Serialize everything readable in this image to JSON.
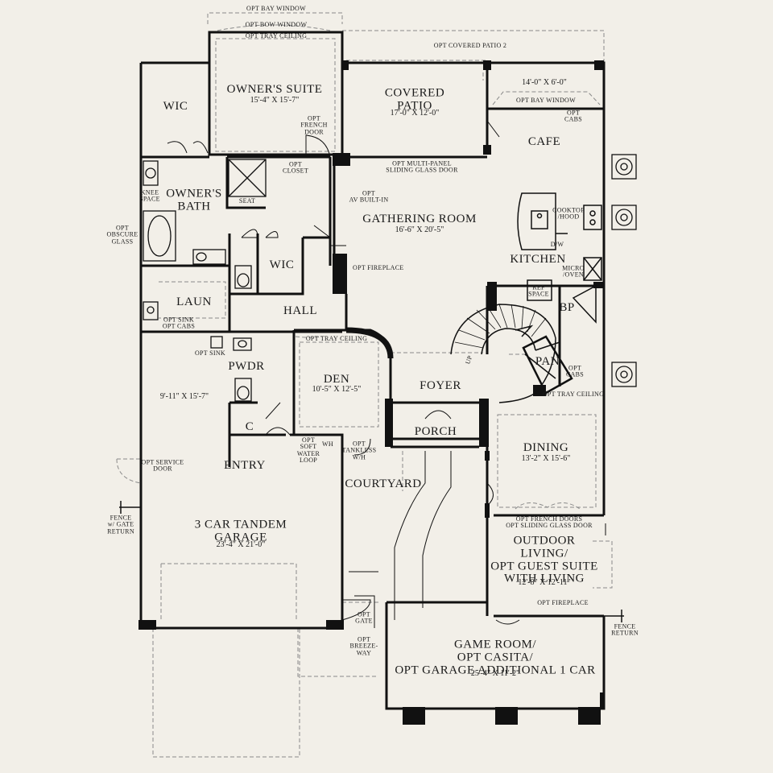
{
  "rooms": {
    "owners_suite": {
      "name": "OWNER'S SUITE",
      "dim": "15'-4\" X 15'-7\""
    },
    "wic_upper": {
      "name": "WIC"
    },
    "owners_bath": {
      "name": "OWNER'S\nBATH"
    },
    "wic_lower": {
      "name": "WIC"
    },
    "laun": {
      "name": "LAUN"
    },
    "hall": {
      "name": "HALL"
    },
    "covered_patio": {
      "name": "COVERED\nPATIO",
      "dim": "17'-0\" X 12'-0\""
    },
    "cafe": {
      "name": "CAFE"
    },
    "patio_ext": {
      "dim": "14'-0\" X 6'-0\""
    },
    "gathering_room": {
      "name": "GATHERING ROOM",
      "dim": "16'-6\" X 20'-5\""
    },
    "kitchen": {
      "name": "KITCHEN"
    },
    "bp": {
      "name": "BP"
    },
    "pan": {
      "name": "PAN"
    },
    "den": {
      "name": "DEN",
      "dim": "10'-5\" X 12'-5\""
    },
    "foyer": {
      "name": "FOYER"
    },
    "porch": {
      "name": "PORCH"
    },
    "pwdr": {
      "name": "PWDR"
    },
    "closet_c": {
      "name": "C"
    },
    "entry": {
      "name": "ENTRY"
    },
    "dining": {
      "name": "DINING",
      "dim": "13'-2\" X 15'-6\""
    },
    "courtyard": {
      "name": "COURTYARD"
    },
    "garage": {
      "name": "3 CAR TANDEM\nGARAGE",
      "dim": "23'-4\" X 21'-0\""
    },
    "garage_bay": {
      "dim": "9'-11\" X 15'-7\""
    },
    "outdoor_living": {
      "name": "OUTDOOR\nLIVING/\nOPT GUEST SUITE\nWITH LIVING",
      "dim": "12'-8\" X 12'-11\""
    },
    "game_room": {
      "name": "GAME ROOM/\nOPT CASITA/\nOPT GARAGE ADDITIONAL 1 CAR",
      "dim": "25'-4\" X 11'-2\""
    }
  },
  "notes": {
    "opt_bay_window_top": "OPT BAY WINDOW",
    "opt_bow_window": "OPT BOW WINDOW",
    "opt_tray_ceiling_suite": "OPT TRAY CEILING",
    "opt_covered_patio_2": "OPT COVERED PATIO 2",
    "opt_bay_window_cafe": "OPT BAY WINDOW",
    "opt_cabs_top": "OPT\nCABS",
    "opt_french_door": "OPT\nFRENCH\nDOOR",
    "opt_closet": "OPT\nCLOSET",
    "opt_multipanel": "OPT MULTI-PANEL\nSLIDING GLASS DOOR",
    "seat": "SEAT",
    "knee_space": "KNEE\nSPACE",
    "opt_av_builtin": "OPT\nAV BUILT-IN",
    "cooktop_hood": "COOKTOP\n/HOOD",
    "dw": "D/W",
    "opt_obscure_glass": "OPT\nOBSCURE\nGLASS",
    "opt_fireplace_gathering": "OPT FIREPLACE",
    "micro_oven": "MICRO\n/OVEN",
    "ref_space": "REF\nSPACE",
    "opt_sink_cabs": "OPT SINK\nOPT CABS",
    "opt_tray_ceiling_den": "OPT TRAY CEILING",
    "opt_sink_garage": "OPT SINK",
    "up": "UP",
    "opt_cabs_pantry": "OPT\nCABS",
    "opt_tray_ceiling_dining": "OPT TRAY CEILING",
    "opt_soft_water": "OPT\nSOFT\nWATER\nLOOP",
    "wh": "WH",
    "opt_tankless": "OPT\nTANKLESS\nW/H",
    "opt_service_door": "OPT SERVICE\nDOOR",
    "fence_gate": "FENCE\nw/ GATE\nRETURN",
    "opt_french_doors": "OPT FRENCH DOORS",
    "opt_sliding_glass": "OPT SLIDING GLASS DOOR",
    "opt_fireplace_outdoor": "OPT FIREPLACE",
    "opt_gate": "OPT\nGATE",
    "fence_return": "FENCE\nRETURN",
    "opt_breezeway": "OPT\nBREEZE-\nWAY"
  },
  "colors": {
    "background": "#f2efe8",
    "wall": "#111111",
    "dashed": "#8a8a8a"
  }
}
